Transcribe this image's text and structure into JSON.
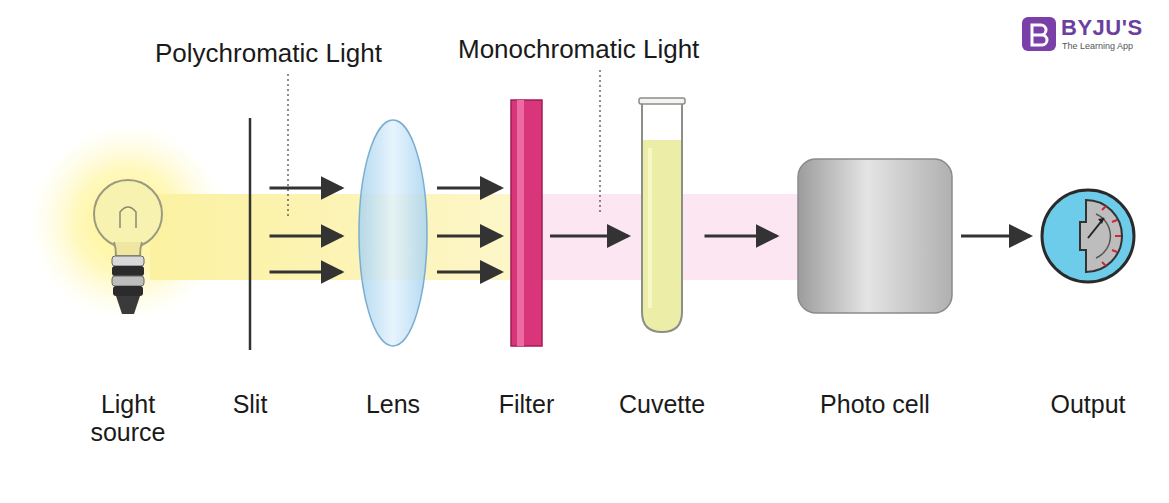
{
  "diagram": {
    "nodes": [
      {
        "text": [
          "Light source"
        ]
      },
      {
        "text": [
          "Slit"
        ]
      },
      {
        "text": [
          "Lens"
        ]
      },
      {
        "text": [
          "Filter"
        ]
      },
      {
        "text": [
          "Cuvette"
        ]
      },
      {
        "text": [
          "Photo cell"
        ]
      },
      {
        "text": [
          "Output"
        ]
      }
    ],
    "edges": [
      {
        "from": 1,
        "to": 2,
        "arrow": "to"
      },
      {
        "from": 2,
        "to": 3,
        "arrow": "to"
      },
      {
        "from": 3,
        "to": 4,
        "arrow": "to"
      },
      {
        "from": 4,
        "to": 5,
        "arrow": "to"
      },
      {
        "from": 5,
        "to": 6,
        "arrow": "to"
      }
    ],
    "labels": [
      "Polychromatic Light",
      "Monochromatic Light",
      "BYJU'S",
      "The Learning App"
    ]
  }
}
